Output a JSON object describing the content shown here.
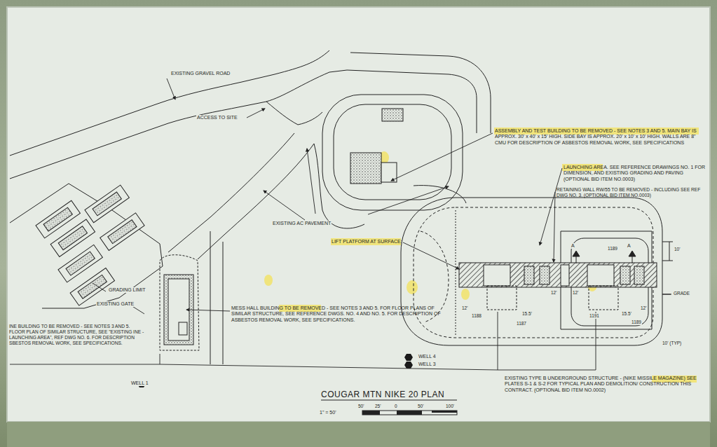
{
  "diagram": {
    "title": "COUGAR MTN NIKE 20 PLAN",
    "labels": [
      "EXISTING GRAVEL ROAD",
      "ACCESS TO SITE",
      "ASSEMBLY AND TEST BUILDING TO BE REMOVED - SEE NOTES 3 AND 5. MAIN BAY IS APPROX. 30' x 40' x 15' HIGH. SIDE BAY IS APPROX. 20' x 10' x 10' HIGH. WALLS ARE 8\" CMU FOR DESCRIPTION OF ASBESTOS REMOVAL WORK, SEE SPECIFICATIONS",
      "LAUNCHING AREA. SEE REFERENCE DRAWINGS NO. 1 FOR DIMENSION, AND EXISTING GRADING AND PAVING (OPTIONAL BID ITEM NO.0003)",
      "RETAINING WALL RW/55 TO BE REMOVED - INCLUDING SEE REF DWG NO. 3. (OPTIONAL BID ITEM NO.0003)",
      "EXISTING AC PAVEMENT",
      "LIFT PLATFORM AT SURFACE:",
      "GRADING LIMIT",
      "EXISTING GATE",
      "MESS HALL BUILDING TO BE REMOVED - SEE NOTES 3 AND 5. FOR FLOOR PLANS OF SIMILAR STRUCTURE, SEE REFERENCE DWGS. NO. 4 AND NO. 5. FOR DESCRIPTION OF ASBESTOS REMOVAL WORK, SEE SPECIFICATIONS.",
      "INE BUILDING TO BE REMOVED - SEE NOTES 3 AND 5. FLOOR PLAN OF SIMILAR STRUCTURE, SEE \"EXISTING INE - LAUNCHING AREA\", REF DWG NO. 6. FOR DESCRIPTION SBESTOS REMOVAL WORK, SEE SPECIFICATIONS.",
      "WELL 4",
      "WELL 3",
      "WELL 1",
      "EXISTING TYPE B UNDERGROUND STRUCTURE - (NIKE MISSILE MAGAZINE) SEE PLATES S-1 & S-2 FOR TYPICAL PLAN AND DEMOLITION/ CONSTRUCTION THIS CONTRACT. (OPTIONAL BID ITEM NO.0002)",
      "1189",
      "A",
      "A",
      "10'",
      "GRADE",
      "12'",
      "1188",
      "15.5'",
      "12'",
      "1187",
      "12'",
      "1191",
      "15.5'",
      "12'",
      "1189",
      "10' (TYP)",
      "50'",
      "25'",
      "0",
      "50'",
      "100'",
      "1\" = 50'"
    ]
  }
}
